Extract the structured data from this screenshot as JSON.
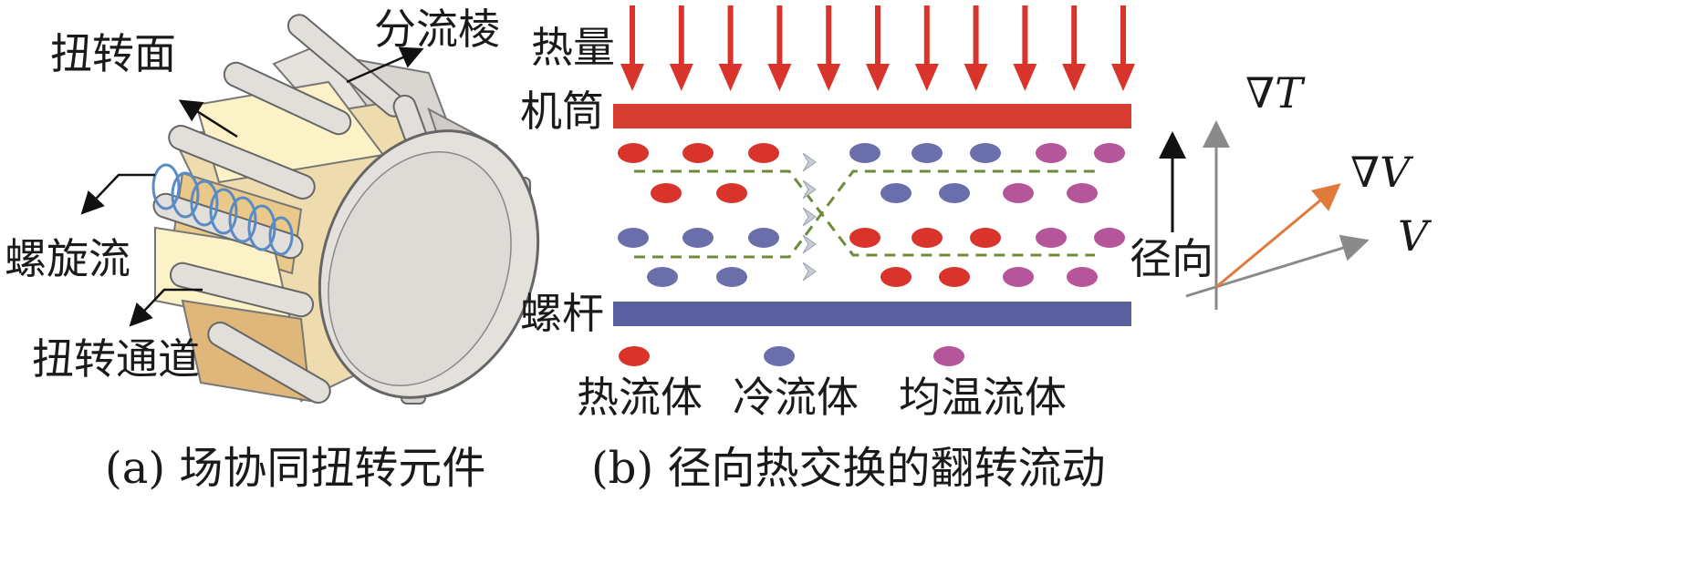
{
  "panel_a": {
    "labels": {
      "twist_face": "扭转面",
      "splitter_rib": "分流棱",
      "helical_flow": "螺旋流",
      "twist_channel": "扭转通道"
    },
    "caption": "(a) 场协同扭转元件"
  },
  "panel_b": {
    "labels": {
      "heat": "热量",
      "barrel": "机筒",
      "screw": "螺杆",
      "radial": "径向"
    },
    "legend": {
      "hot": "热流体",
      "cold": "冷流体",
      "uniform": "均温流体"
    },
    "vectors": {
      "grad_t": "∇T",
      "grad_v": "∇V",
      "v": "V"
    },
    "caption": "(b) 径向热交换的翻转流动",
    "colors": {
      "hot": "#d8342c",
      "cold": "#6a6eab",
      "uniform": "#b5559a",
      "barrel": "#d63c30",
      "screw": "#5a5f9f",
      "flow_divider": "#6e8a3a",
      "grad_v": "#e07a3a",
      "axis": "#8a8a8a"
    }
  }
}
